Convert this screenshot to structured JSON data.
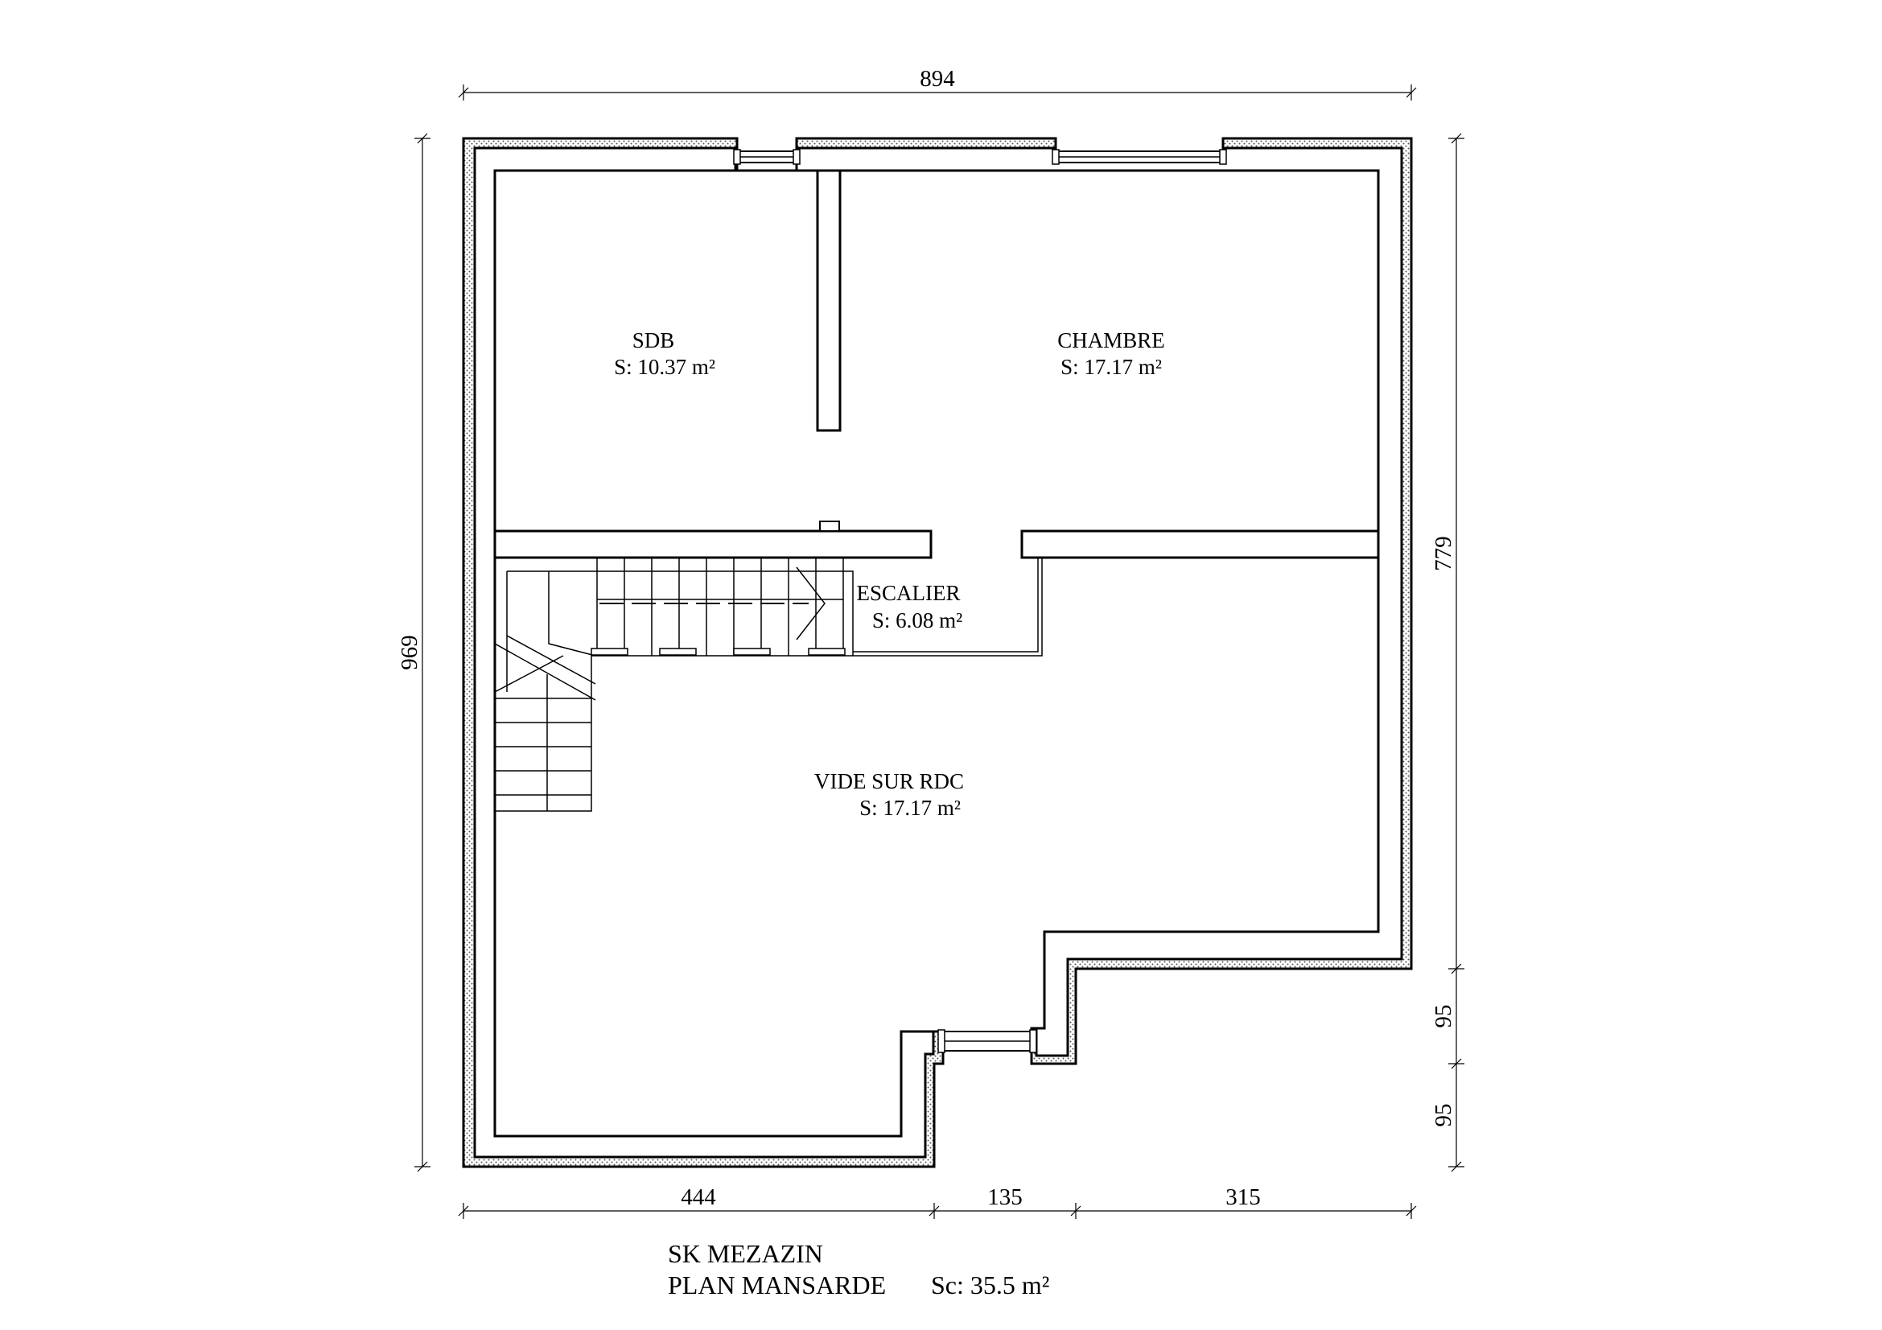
{
  "dimensions": {
    "top_width": "894",
    "left_height": "969",
    "right_height": "779",
    "right_step_upper": "95",
    "right_step_lower": "95",
    "bottom_left": "444",
    "bottom_mid": "135",
    "bottom_right": "315"
  },
  "rooms": [
    {
      "name": "SDB",
      "area": "S: 10.37 m²"
    },
    {
      "name": "CHAMBRE",
      "area": "S: 17.17 m²"
    },
    {
      "name": "ESCALIER",
      "area": "S: 6.08 m²"
    },
    {
      "name": "VIDE SUR RDC",
      "area": "S: 17.17 m²"
    }
  ],
  "title_block": {
    "project": "SK MEZAZIN",
    "plan": "PLAN MANSARDE",
    "surface": "Sc: 35.5 m²"
  }
}
